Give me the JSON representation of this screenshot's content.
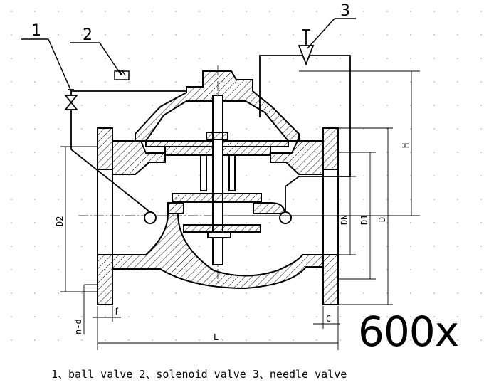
{
  "callouts": {
    "c1": "1",
    "c2": "2",
    "c3": "3"
  },
  "dimensions": {
    "H": "H",
    "DN": "DN",
    "D1": "D1",
    "D": "D",
    "D2": "D2",
    "nd": "n-d",
    "f": "f",
    "C": "C",
    "L": "L"
  },
  "model_label": "600x",
  "caption": "1、ball valve 2、solenoid valve  3、needle valve"
}
